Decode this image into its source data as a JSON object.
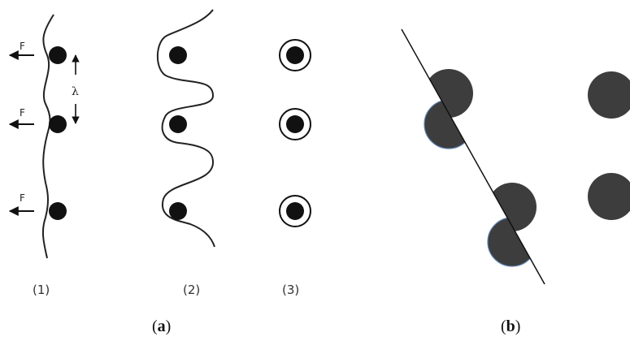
{
  "panel_a": {
    "caption_open": "(",
    "caption_letter": "a",
    "caption_close": ")",
    "stage_labels": [
      "(1)",
      "(2)",
      "(3)"
    ],
    "force_label": "F",
    "wavelength_label": "λ"
  },
  "panel_b": {
    "caption_open": "(",
    "caption_letter": "b",
    "caption_close": ")"
  },
  "colors": {
    "particle": "#111111",
    "disk": "#3d3d3d",
    "disk_edge": "#5b7fb0",
    "line": "#111111"
  }
}
